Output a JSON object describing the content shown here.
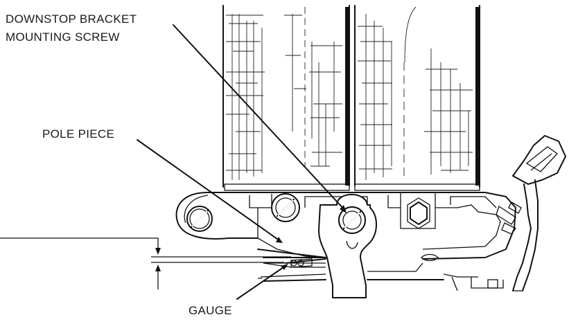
{
  "labels": {
    "downstop_line1": "DOWNSTOP BRACKET",
    "downstop_line2": "MOUNTING SCREW",
    "pole_piece": "POLE PIECE",
    "gauge": "GAUGE"
  },
  "colors": {
    "line": "#111111",
    "background": "#ffffff"
  }
}
